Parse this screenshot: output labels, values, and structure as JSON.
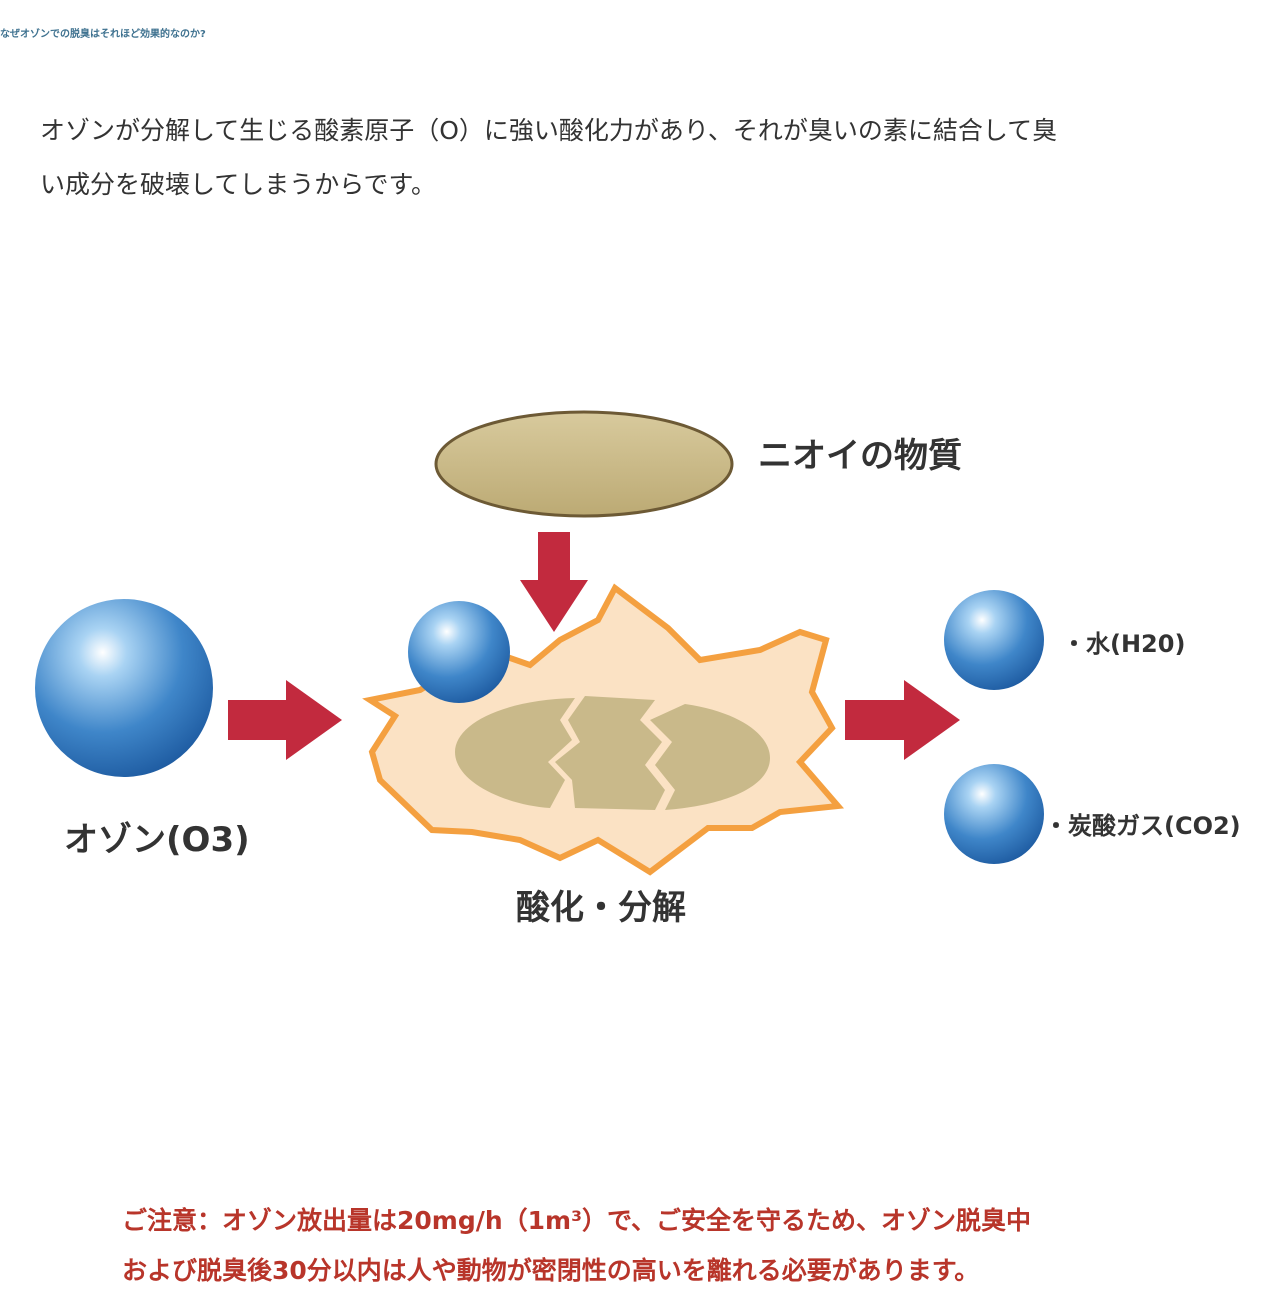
{
  "title": "なぜオゾンでの脱臭はそれほど効果的なのか?",
  "intro": {
    "line1": "オゾンが分解して生じる酸素原子（O）に強い酸化力があり、それが臭いの素に結合して臭",
    "line2": "い成分を破壊してしまうからです。"
  },
  "diagram": {
    "odor_label": "ニオイの物質",
    "ozone_label": "オゾン(O3)",
    "reaction_label": "酸化・分解",
    "water_label": "・水(H20)",
    "co2_label": "・炭酸ガス(CO2)",
    "colors": {
      "sphere": "#3f86c9",
      "arrow": "#c22a3e",
      "odor": "#c9b98a",
      "burst_fill": "#fbe2c4",
      "burst_stroke": "#f4a040"
    }
  },
  "notice": {
    "line1": "ご注意：オゾン放出量は20mg/h（1m³）で、ご安全を守るため、オゾン脱臭中",
    "line2": "および脱臭後30分以内は人や動物が密閉性の高いを離れる必要があります。"
  }
}
